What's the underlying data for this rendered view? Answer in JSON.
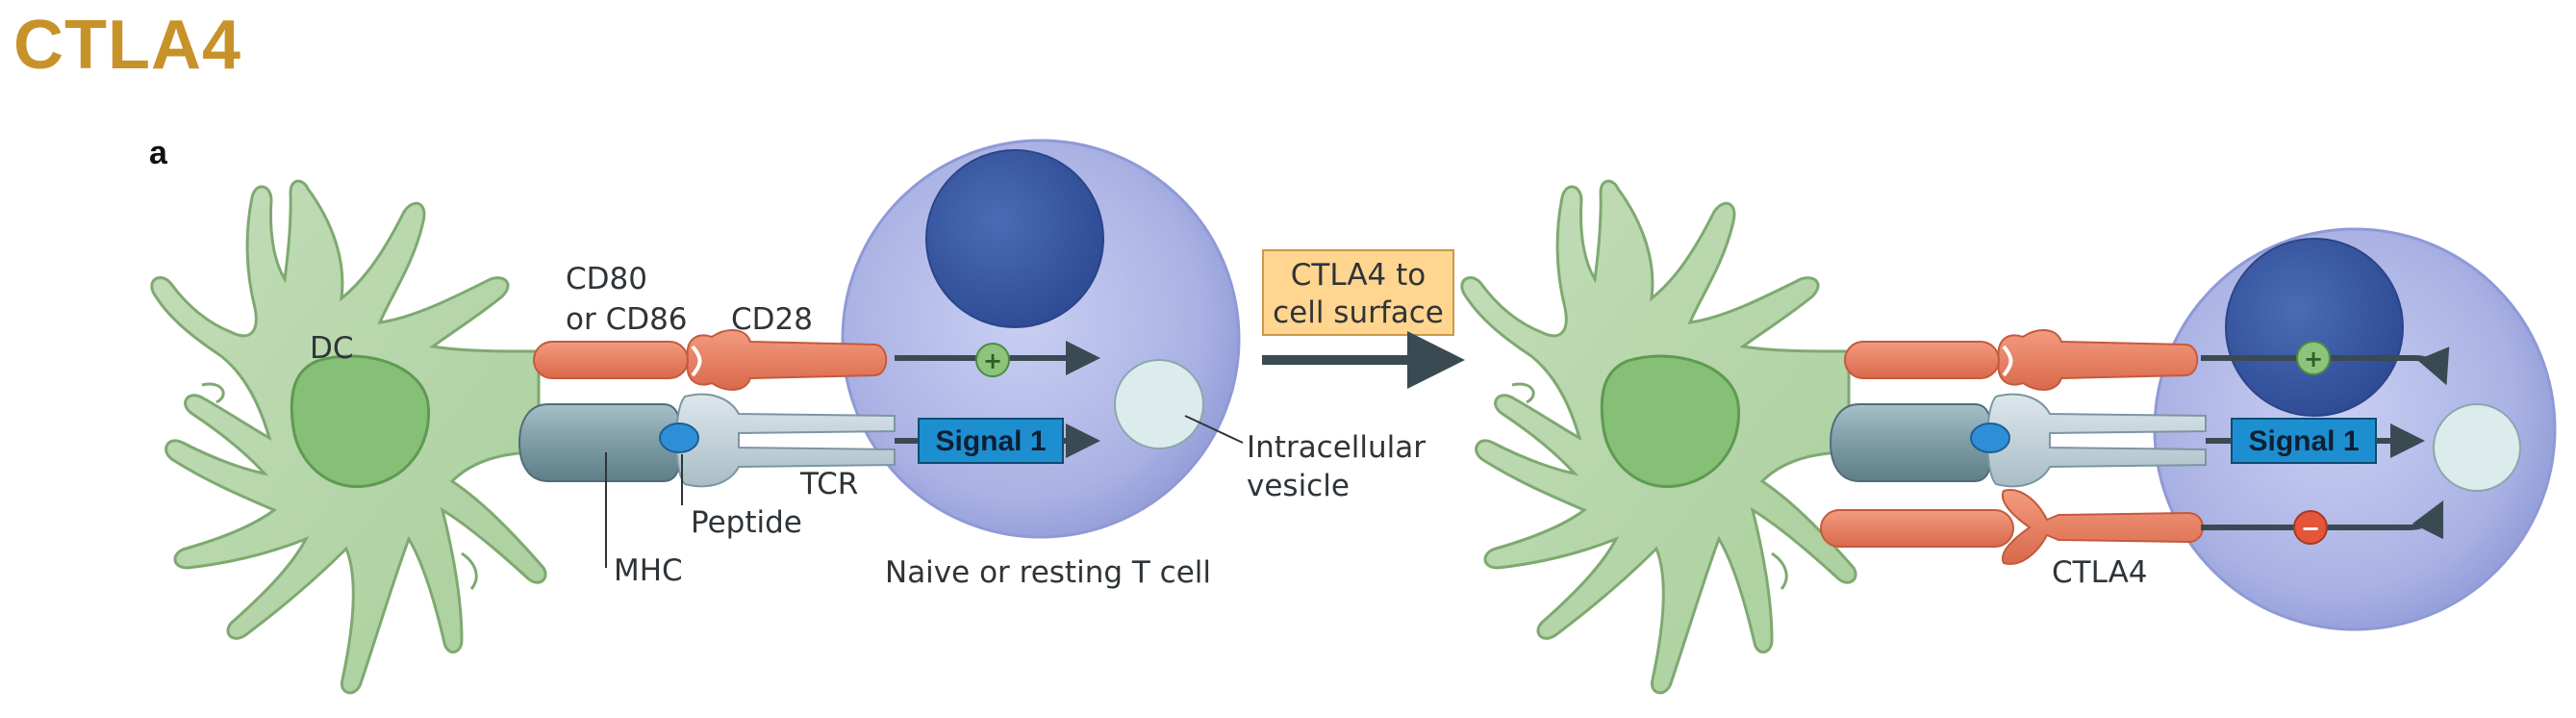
{
  "title": "CTLA4",
  "panel_label": "a",
  "labels": {
    "dc": "DC",
    "cd80_line1": "CD80",
    "cd80_line2": "or CD86",
    "cd28": "CD28",
    "signal1": "Signal 1",
    "tcr": "TCR",
    "peptide": "Peptide",
    "mhc": "MHC",
    "tcell": "Naive or resting T cell",
    "vesicle_line1": "Intracellular",
    "vesicle_line2": "vesicle",
    "ctla4": "CTLA4",
    "plus": "+",
    "minus": "−"
  },
  "transition_box": {
    "line1": "CTLA4 to",
    "line2": "cell surface"
  },
  "colors": {
    "title": "#c8922a",
    "dc_fill": "#b9d8ae",
    "dc_stroke": "#7ea970",
    "nucleus_fill": "#86bf76",
    "tcell_fill": "#b5bce8",
    "tcell_nucleus": "#3d5fa8",
    "receptor_orange": "#ea8163",
    "mhc_fill": "#8aa9b3",
    "tcr_fill": "#c7d6de",
    "peptide": "#2f8fd6",
    "signal_box": "#1d8fd0",
    "arrow": "#3a4a52",
    "box_fill": "#ffd58f",
    "minus_red": "#e4553a",
    "plus_green": "#8cc47c"
  }
}
